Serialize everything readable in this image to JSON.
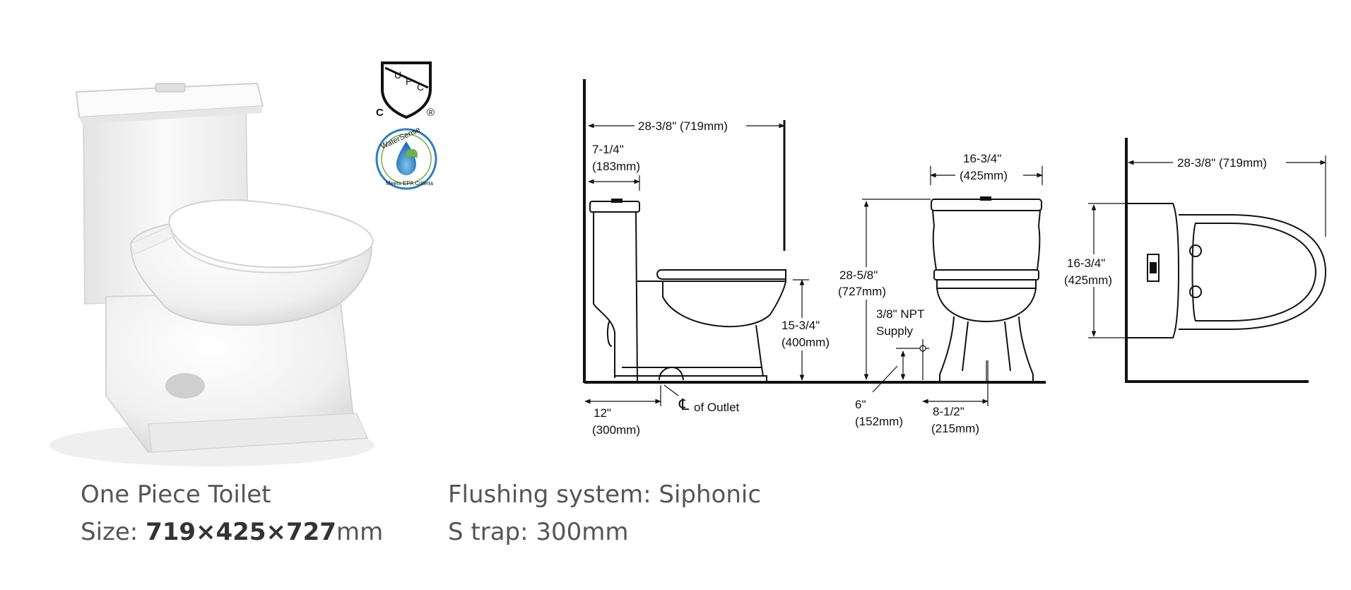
{
  "cert": {
    "upc_letters": [
      "U",
      "P",
      "C"
    ],
    "upc_c": "C",
    "upc_reg": "®",
    "watersense_name": "WaterSense",
    "watersense_sub": "Meets EPA Criteria"
  },
  "dimensions": {
    "side_length": "28-3/8\" (719mm)",
    "tank_depth_in": "7-1/4\"",
    "tank_depth_mm": "(183mm)",
    "front_width_in": "16-3/4\"",
    "front_width_mm": "(425mm)",
    "height_in": "28-5/8\"",
    "height_mm": "(727mm)",
    "seat_height_in": "15-3/4\"",
    "seat_height_mm": "(400mm)",
    "supply_line1": "3/8\" NPT",
    "supply_line2": "Supply",
    "rough_in_in": "12\"",
    "rough_in_mm": "(300mm)",
    "outlet_symbol": "℄",
    "outlet_label": "of Outlet",
    "supply_height_in": "6\"",
    "supply_height_mm": "(152mm)",
    "supply_offset_in": "8-1/2\"",
    "supply_offset_mm": "(215mm)",
    "top_length": "28-3/8\" (719mm)",
    "top_width_in": "16-3/4\"",
    "top_width_mm": "(425mm)"
  },
  "specs": {
    "product_name": "One Piece Toilet",
    "size_label": "Size: ",
    "size_value": "719×425×727",
    "size_unit": "mm",
    "flushing": "Flushing system: Siphonic",
    "trap": "S trap: 300mm"
  }
}
